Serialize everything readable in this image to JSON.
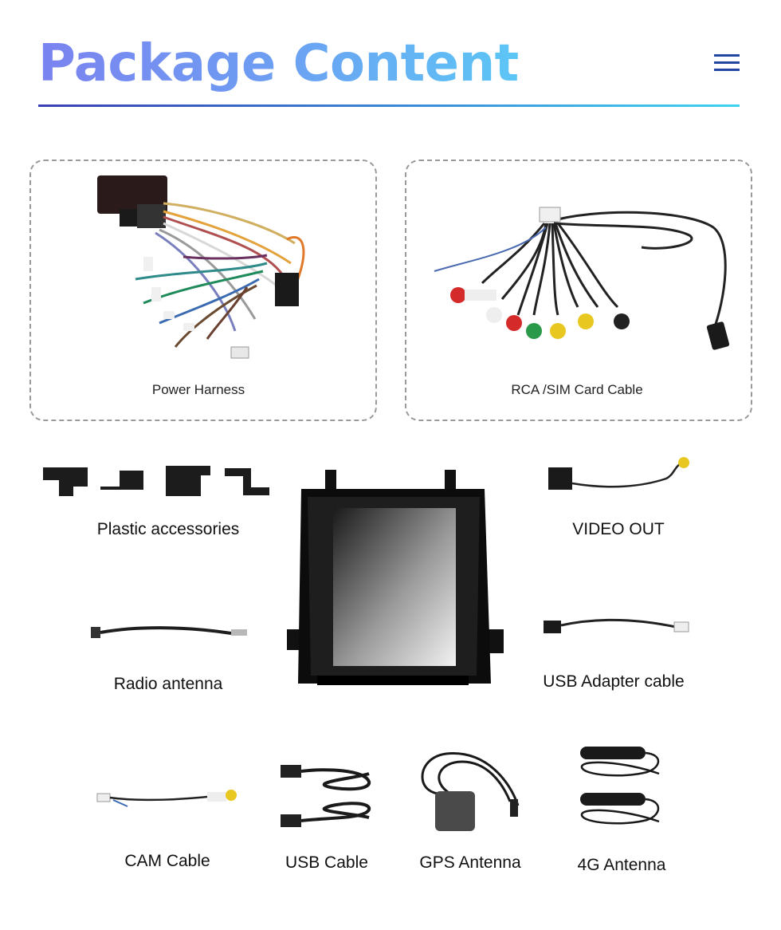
{
  "header": {
    "title": "Package Content",
    "menu_icon": "hamburger-menu-icon"
  },
  "colors": {
    "title_gradient_start": "#7b83f0",
    "title_gradient_end": "#5cc6f5",
    "rule_start": "#3a3fb5",
    "rule_end": "#3fd3ef",
    "menu": "#2346a0"
  },
  "items": {
    "power_harness": "Power Harness",
    "rca_sim_cable": "RCA /SIM Card Cable",
    "plastic_accessories": "Plastic accessories",
    "video_out": "VIDEO OUT",
    "radio_antenna": "Radio antenna",
    "usb_adapter_cable": "USB Adapter cable",
    "cam_cable": "CAM Cable",
    "usb_cable": "USB Cable",
    "gps_antenna": "GPS Antenna",
    "antenna_4g": "4G Antenna"
  }
}
